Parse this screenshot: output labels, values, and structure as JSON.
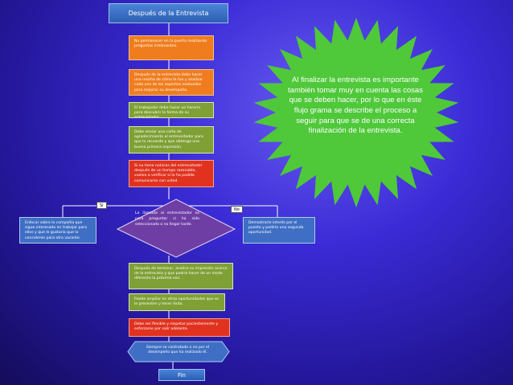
{
  "header": {
    "title": "Después de la Entrevista"
  },
  "steps": [
    {
      "text": "No permanecer en la puerta realizando preguntas irrelevantes."
    },
    {
      "text": "Después de la entrevista debe hacer una reseña de cómo le fue y analizar cada uno de los aspectos evaluados para mejorar su desempeño."
    },
    {
      "text": "El trabajador debe hacer un horario para descubrir la forma de su entrevistador."
    },
    {
      "text": "Debe enviar una carta de agradecimiento al entrevistador para que lo recuerde y que obtenga una buena primera impresión."
    },
    {
      "text": "Si no tiene noticias del entrevistador después de un tiempo razonable, vuelva a verificar si lo ha podido comunicarse con usted."
    }
  ],
  "decision": {
    "text": "La llamada al entrevistador es para preguntar si ha sido seleccionado o no llegar tarde."
  },
  "yes_label": "Si",
  "no_label": "No",
  "yes_box": {
    "text": "Enfocar sobre la compañía que sigue interesado en trabajar para ellos y que le gustaría que lo consideren para otra vacante."
  },
  "no_box": {
    "text": "Demostrarle interés por el puesto y pedirle una segunda oportunidad."
  },
  "after_steps": [
    {
      "text": "Después de terminar, analice su impresión acerca de la entrevista y que podría hacer de un modo diferente la próxima vez."
    },
    {
      "text": "Puede ampliar en otras oportunidades que se le presenten y tener éxito."
    },
    {
      "text": "Debe ser flexible y respetar pacientemente y esforzarse por salir adelante."
    },
    {
      "text": "Siempre se contratado o no por el desempeño que ha realizado él."
    }
  ],
  "footer": {
    "label": "Fin"
  },
  "callout": {
    "text": "Al finalizar la entrevista es importante también tomar muy en cuenta las cosas que se deben hacer, por lo que en éste flujo grama se describe el proceso a seguir para que se de una correcta finalización de la entrevista."
  },
  "colors": {
    "green": "#7fa035",
    "orange": "#ef7d1e",
    "red": "#e0321f",
    "purple": "#6e3ea5",
    "blue": "#3f6fc4",
    "star": "#4fc83a"
  }
}
